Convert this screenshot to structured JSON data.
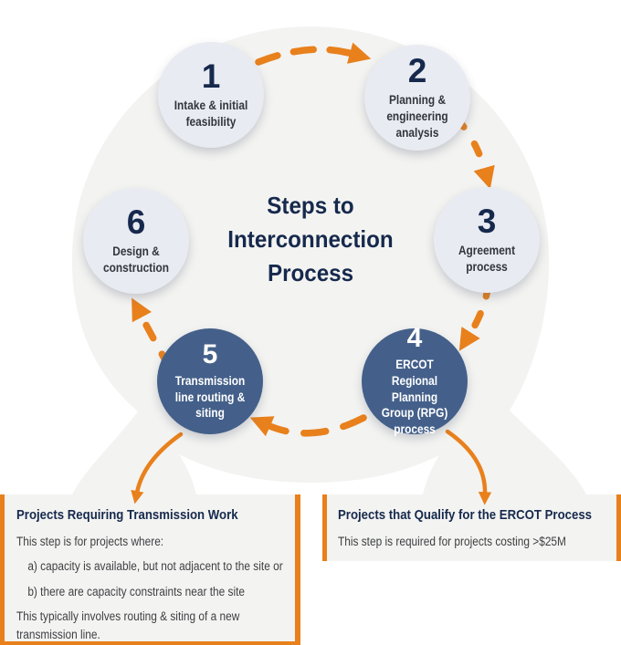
{
  "diagram": {
    "title": "Steps to Interconnection Process",
    "steps": [
      {
        "number": "1",
        "label": "Intake & initial feasibility"
      },
      {
        "number": "2",
        "label": "Planning & engineering analysis"
      },
      {
        "number": "3",
        "label": "Agreement process"
      },
      {
        "number": "4",
        "label": "ERCOT Regional Planning Group (RPG) process"
      },
      {
        "number": "5",
        "label": "Transmission line routing & siting"
      },
      {
        "number": "6",
        "label": "Design & construction"
      }
    ]
  },
  "callouts": {
    "left": {
      "title": "Projects Requiring Transmission Work",
      "intro": "This step is for projects where:",
      "item_a": "a) capacity is available, but not adjacent to the site or",
      "item_b": "b) there are capacity constraints near the site",
      "outro": "This typically involves routing & siting of a new transmission line."
    },
    "right": {
      "title": "Projects that Qualify for the ERCOT Process",
      "body": "This step is required for projects costing >$25M"
    }
  },
  "colors": {
    "orange": "#E8801C",
    "dark-circle": "#44608A",
    "light-circle": "#E9EBF2",
    "blob": "#F3F3F1",
    "navy": "#16294D",
    "body-text": "#3F4044"
  }
}
